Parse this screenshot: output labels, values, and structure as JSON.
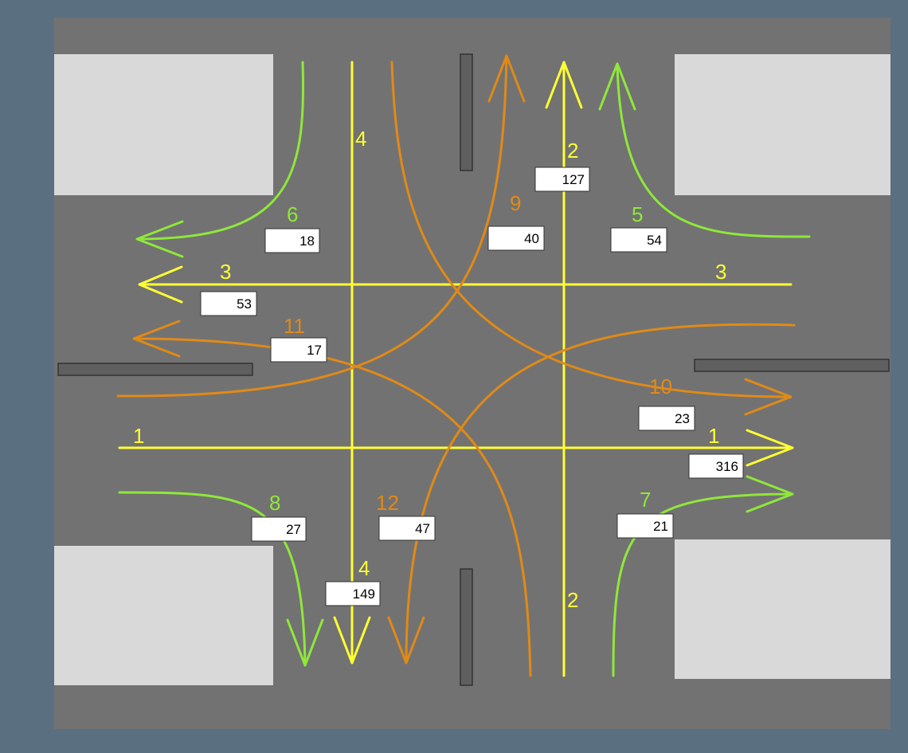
{
  "colors": {
    "outer_border": "#5a7080",
    "road": "#727272",
    "block": "#d9d9d9",
    "median_fill": "#5f5f5f",
    "through": "#ffff33",
    "right_turn": "#8fe83a",
    "left_turn": "#e08a17",
    "count_box": "#ffffff"
  },
  "movements": [
    {
      "id": "1",
      "label": "1",
      "count": "316",
      "type": "through"
    },
    {
      "id": "2",
      "label": "2",
      "count": "127",
      "type": "through"
    },
    {
      "id": "3",
      "label": "3",
      "count": "53",
      "type": "through"
    },
    {
      "id": "4",
      "label": "4",
      "count": "149",
      "type": "through"
    },
    {
      "id": "5",
      "label": "5",
      "count": "54",
      "type": "right_turn"
    },
    {
      "id": "6",
      "label": "6",
      "count": "18",
      "type": "right_turn"
    },
    {
      "id": "7",
      "label": "7",
      "count": "21",
      "type": "right_turn"
    },
    {
      "id": "8",
      "label": "8",
      "count": "27",
      "type": "right_turn"
    },
    {
      "id": "9",
      "label": "9",
      "count": "40",
      "type": "left_turn"
    },
    {
      "id": "10",
      "label": "10",
      "count": "23",
      "type": "left_turn"
    },
    {
      "id": "11",
      "label": "11",
      "count": "17",
      "type": "left_turn"
    },
    {
      "id": "12",
      "label": "12",
      "count": "47",
      "type": "left_turn"
    }
  ],
  "repeat_labels": {
    "through_1": "1",
    "through_2": "2",
    "through_3": "3",
    "through_4": "4"
  }
}
